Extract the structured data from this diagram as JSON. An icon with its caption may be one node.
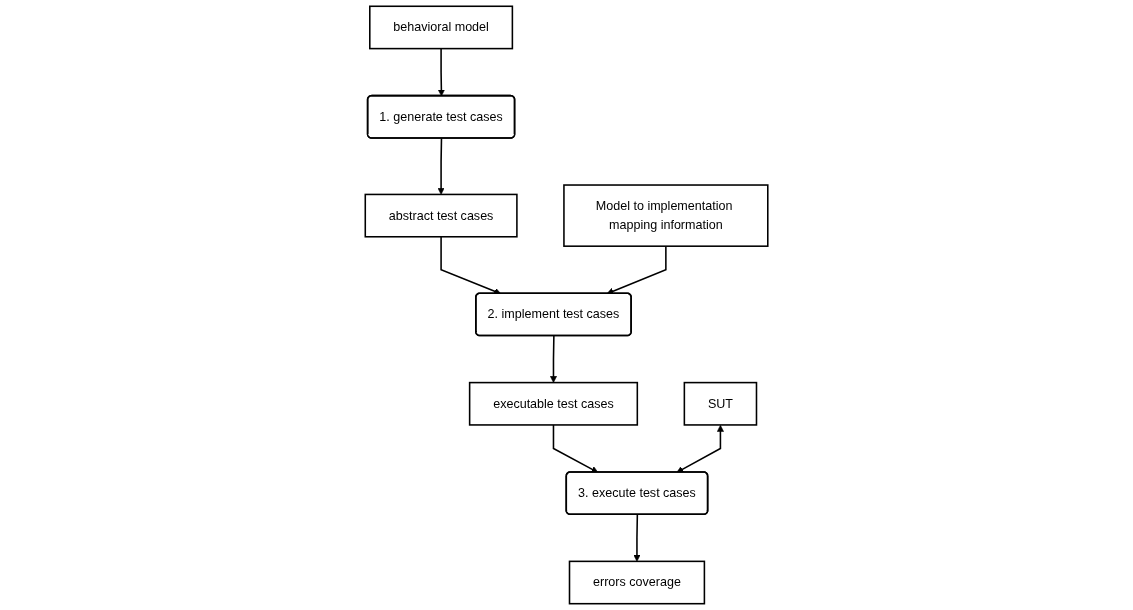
{
  "diagram": {
    "nodes": [
      {
        "text": [
          "behavioral model"
        ]
      },
      {
        "text": [
          "1. generate test cases"
        ]
      },
      {
        "text": [
          "abstract test cases"
        ]
      },
      {
        "text": [
          "SUT"
        ]
      },
      {
        "text": [
          "2. implement test cases"
        ]
      },
      {
        "text": [
          "Model to implementation mapping information"
        ]
      },
      {
        "text": [
          "errors coverage"
        ]
      },
      {
        "text": [
          "3. execute test cases"
        ]
      },
      {
        "text": [
          "executable test cases"
        ]
      }
    ],
    "edges": [
      {
        "from": 0,
        "to": 1,
        "arrow": "to"
      },
      {
        "from": 1,
        "to": 2,
        "arrow": "to"
      },
      {
        "from": 2,
        "to": 4,
        "arrow": "to"
      },
      {
        "from": 5,
        "to": 4,
        "arrow": "to"
      },
      {
        "from": 4,
        "to": 8,
        "arrow": "to"
      },
      {
        "from": 8,
        "to": 7,
        "arrow": "to"
      },
      {
        "from": 7,
        "to": 6,
        "arrow": "to"
      },
      {
        "from": 3,
        "to": 7,
        "arrow": "both"
      }
    ]
  }
}
